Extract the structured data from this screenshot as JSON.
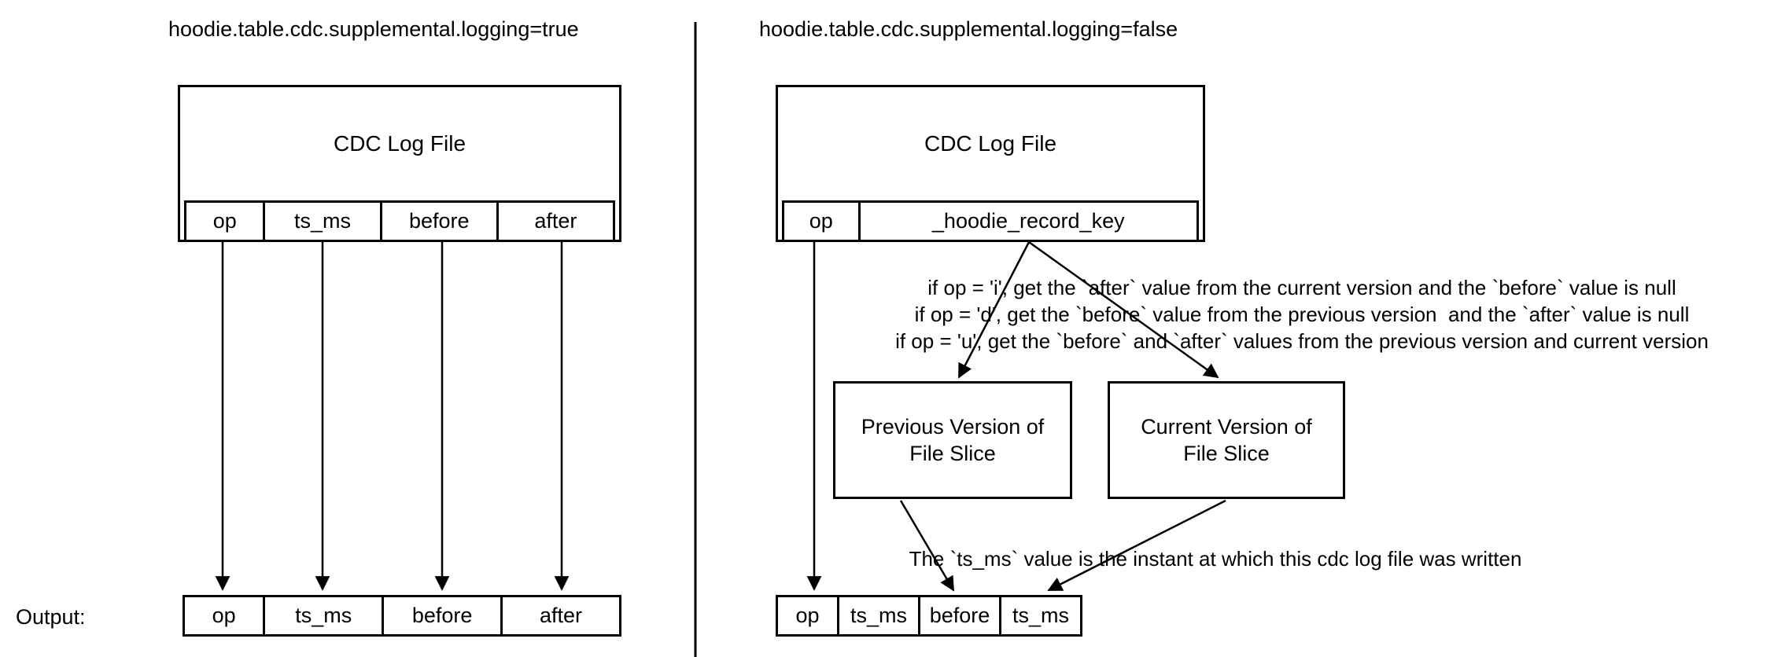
{
  "colors": {
    "background": "#ffffff",
    "line": "#000000",
    "text": "#000000"
  },
  "left_panel": {
    "title": "hoodie.table.cdc.supplemental.logging=true",
    "cdc_box": {
      "title": "CDC Log File",
      "columns": [
        "op",
        "ts_ms",
        "before",
        "after"
      ]
    },
    "output_label": "Output:",
    "output_columns": [
      "op",
      "ts_ms",
      "before",
      "after"
    ]
  },
  "right_panel": {
    "title": "hoodie.table.cdc.supplemental.logging=false",
    "cdc_box": {
      "title": "CDC Log File",
      "columns": [
        "op",
        "_hoodie_record_key"
      ]
    },
    "op_rules": [
      "if op = 'i', get the `after` value from the current version and the `before` value is null",
      "if op = 'd', get the `before` value from the previous version  and the `after` value is null",
      "if op = 'u', get the `before` and `after` values from the previous version and current version"
    ],
    "previous_box_label": "Previous Version of File Slice",
    "current_box_label": "Current Version of File Slice",
    "ts_ms_note": "The `ts_ms` value is the instant at which this cdc log file was written",
    "output_columns": [
      "op",
      "ts_ms",
      "before",
      "ts_ms"
    ]
  }
}
